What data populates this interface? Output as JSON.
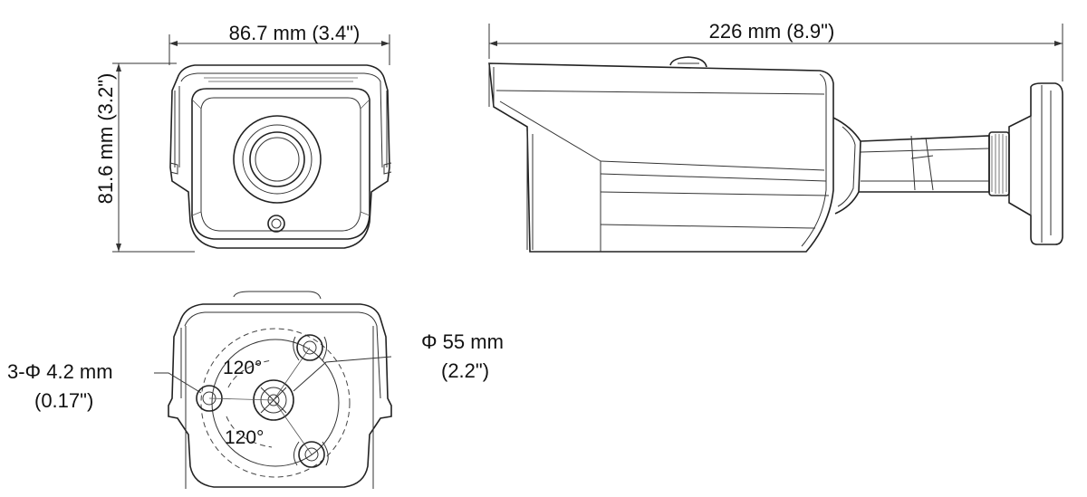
{
  "front_view": {
    "width_label": "86.7 mm (3.4\")",
    "height_label": "81.6 mm (3.2\")"
  },
  "side_view": {
    "length_label": "226 mm (8.9\")"
  },
  "bottom_view": {
    "hole_label_line1": "3-Φ 4.2 mm",
    "hole_label_line2": "(0.17\")",
    "diameter_label_line1": "Φ 55 mm",
    "diameter_label_line2": "(2.2\")",
    "angle_top": "120°",
    "angle_bottom": "120°"
  }
}
